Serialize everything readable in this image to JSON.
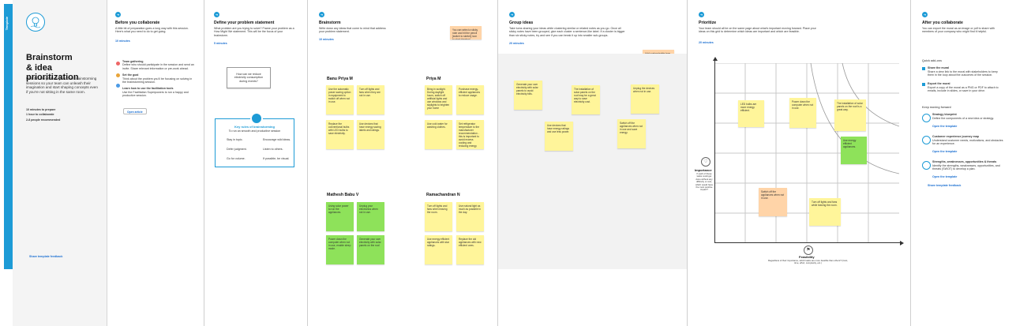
{
  "template": {
    "tag": "Template",
    "title_line1": "Brainstorm",
    "title_line2": "& idea prioritization",
    "description": "Use this template in your own brainstorming sessions so your team can unleash their imagination and start shaping concepts even if you're not sitting in the same room.",
    "meta": [
      "10 minutes to prepare",
      "1 hour to collaborate",
      "2-8 people recommended"
    ],
    "feedback": "Share template feedback"
  },
  "before": {
    "title": "Before you collaborate",
    "desc": "A little bit of preparation goes a long way with this session. Here's what you need to do to get going.",
    "time": "10 minutes",
    "steps": [
      {
        "title": "Team gathering",
        "text": "Define who should participate in the session and send an invite. Share relevant information or pre-work ahead."
      },
      {
        "title": "Set the goal",
        "text": "Think about the problem you'll be focusing on solving in the brainstorming session."
      },
      {
        "title": "Learn how to use the facilitation tools",
        "text": "Use the Facilitation Superpowers to run a happy and productive session."
      }
    ],
    "open_article": "Open article"
  },
  "define": {
    "title": "Define your problem statement",
    "desc": "What problem are you trying to solve? Frame your problem as a How Might We statement. This will be the focus of your brainstorm.",
    "time": "5 minutes",
    "card_text": "How can we reduce electricity consumption during events?",
    "rules_title": "Key rules of brainstorming",
    "rules_sub": "To run an smooth and productive session",
    "rules": [
      "Stay in topic.",
      "Encourage wild ideas.",
      "Defer judgment.",
      "Listen to others.",
      "Go for volume.",
      "If possible, be visual."
    ]
  },
  "brainstorm": {
    "title": "Brainstorm",
    "desc": "Write down any ideas that come to mind that address your problem statement.",
    "time": "10 minutes",
    "tip": "You can select a sticky note and hit the pencil [switch to sketch] icon to start drawing!",
    "people": [
      "Banu Priya M",
      "Priya M",
      "Mathesh Babu V",
      "Ramachandran N"
    ],
    "notes_a": [
      "Use the automatic power saving option in equipment to switch off when not in use.",
      "Turn off lights and fans when they are not in use.",
      "Replace the conventional bulbs with LED bulbs to save electricity.",
      "Use devices that have energy saving labels and ratings."
    ],
    "notes_b": [
      "Bring in sunlight. During daylight hours, switch off artificial lights and use windows and skylights to brighten your home",
      "Purchase energy-efficient appliances to reduce usage.",
      "Use cold water for washing clothes.",
      "Set refrigerator temperature to the manufacturer recommendation - this is important to avoid excess cooling and reducing energy"
    ],
    "notes_c": [
      "Using solar power to run the appliances.",
      "Unplug your electronics when not in use.",
      "Power down the computer when not in use, enable sleep mode.",
      "Generate your own electricity with solar panels on the roof."
    ],
    "notes_d": [
      "Turn off lights and fans when leaving the room.",
      "Use natural light as much as possible in the day.",
      "Use energy efficient appliances with star ratings.",
      "Replace the old appliances with new efficient ones."
    ]
  },
  "group": {
    "title": "Group ideas",
    "desc": "Take turns sharing your ideas while clustering similar or related notes as you go. Once all sticky notes have been grouped, give each cluster a sentence-like label. If a cluster is bigger than six sticky notes, try and see if you can break it up into smaller sub-groups.",
    "time": "20 minutes",
    "tip": "Add customizable tags to sticky notes to make it easier to find, browse, organize, and categorize important ideas as themes within your mural.",
    "notes": [
      "Generate your own electricity with solar panels to avoid electricity bills.",
      "The installation of solar panels on the roof may be a great way to save electricity cost.",
      "Use devices that have energy ratings and use less power.",
      "Unplug the devices when not in use.",
      "Switch off the appliances when not in use and save energy."
    ]
  },
  "prioritize": {
    "title": "Prioritize",
    "desc": "Your team should all be on the same page about what's important moving forward. Place your ideas on this grid to determine which ideas are important and which are feasible.",
    "time": "20 minutes",
    "y_label": "Importance",
    "y_desc": "If each of these tasks could get done without any difficulty or cost, which would have the most positive impact?",
    "x_label": "Feasibility",
    "x_desc": "Regardless of their importance, which tasks are more feasible than others? (Cost, time, effort, complexity, etc.)",
    "notes": [
      "LED bulbs are more energy efficient.",
      "Power down the computer when not in use.",
      "The installation of solar panels on the roof is a great way.",
      "Use energy efficient appliances.",
      "Switch off the appliances when not in use.",
      "Turn off lights and fans while leaving the room."
    ]
  },
  "after": {
    "title": "After you collaborate",
    "desc": "You can export the mural as an image or pdf to share with members of your company who might find it helpful.",
    "quick_title": "Quick add-ons",
    "quick": [
      {
        "title": "Share the mural",
        "text": "Share a view link to the mural with stakeholders to keep them in the loop about the outcomes of the session."
      },
      {
        "title": "Export the mural",
        "text": "Export a copy of the mural as a PNG or PDF to attach to emails, include in slides, or save in your drive."
      }
    ],
    "keep_title": "Keep moving forward",
    "keep": [
      {
        "title": "Strategy blueprint",
        "text": "Define the components of a new idea or strategy.",
        "link": "Open the template"
      },
      {
        "title": "Customer experience journey map",
        "text": "Understand customer needs, motivations, and obstacles for an experience.",
        "link": "Open the template"
      },
      {
        "title": "Strengths, weaknesses, opportunities & threats",
        "text": "Identify the strengths, weaknesses, opportunities, and threats (SWOT) to develop a plan.",
        "link": "Open the template"
      }
    ],
    "feedback": "Share template feedback"
  },
  "colors": {
    "accent": "#1d9bd6",
    "sticky_yellow": "#fff59a",
    "sticky_green": "#8ee25a",
    "sticky_orange": "#ffd4a8"
  }
}
